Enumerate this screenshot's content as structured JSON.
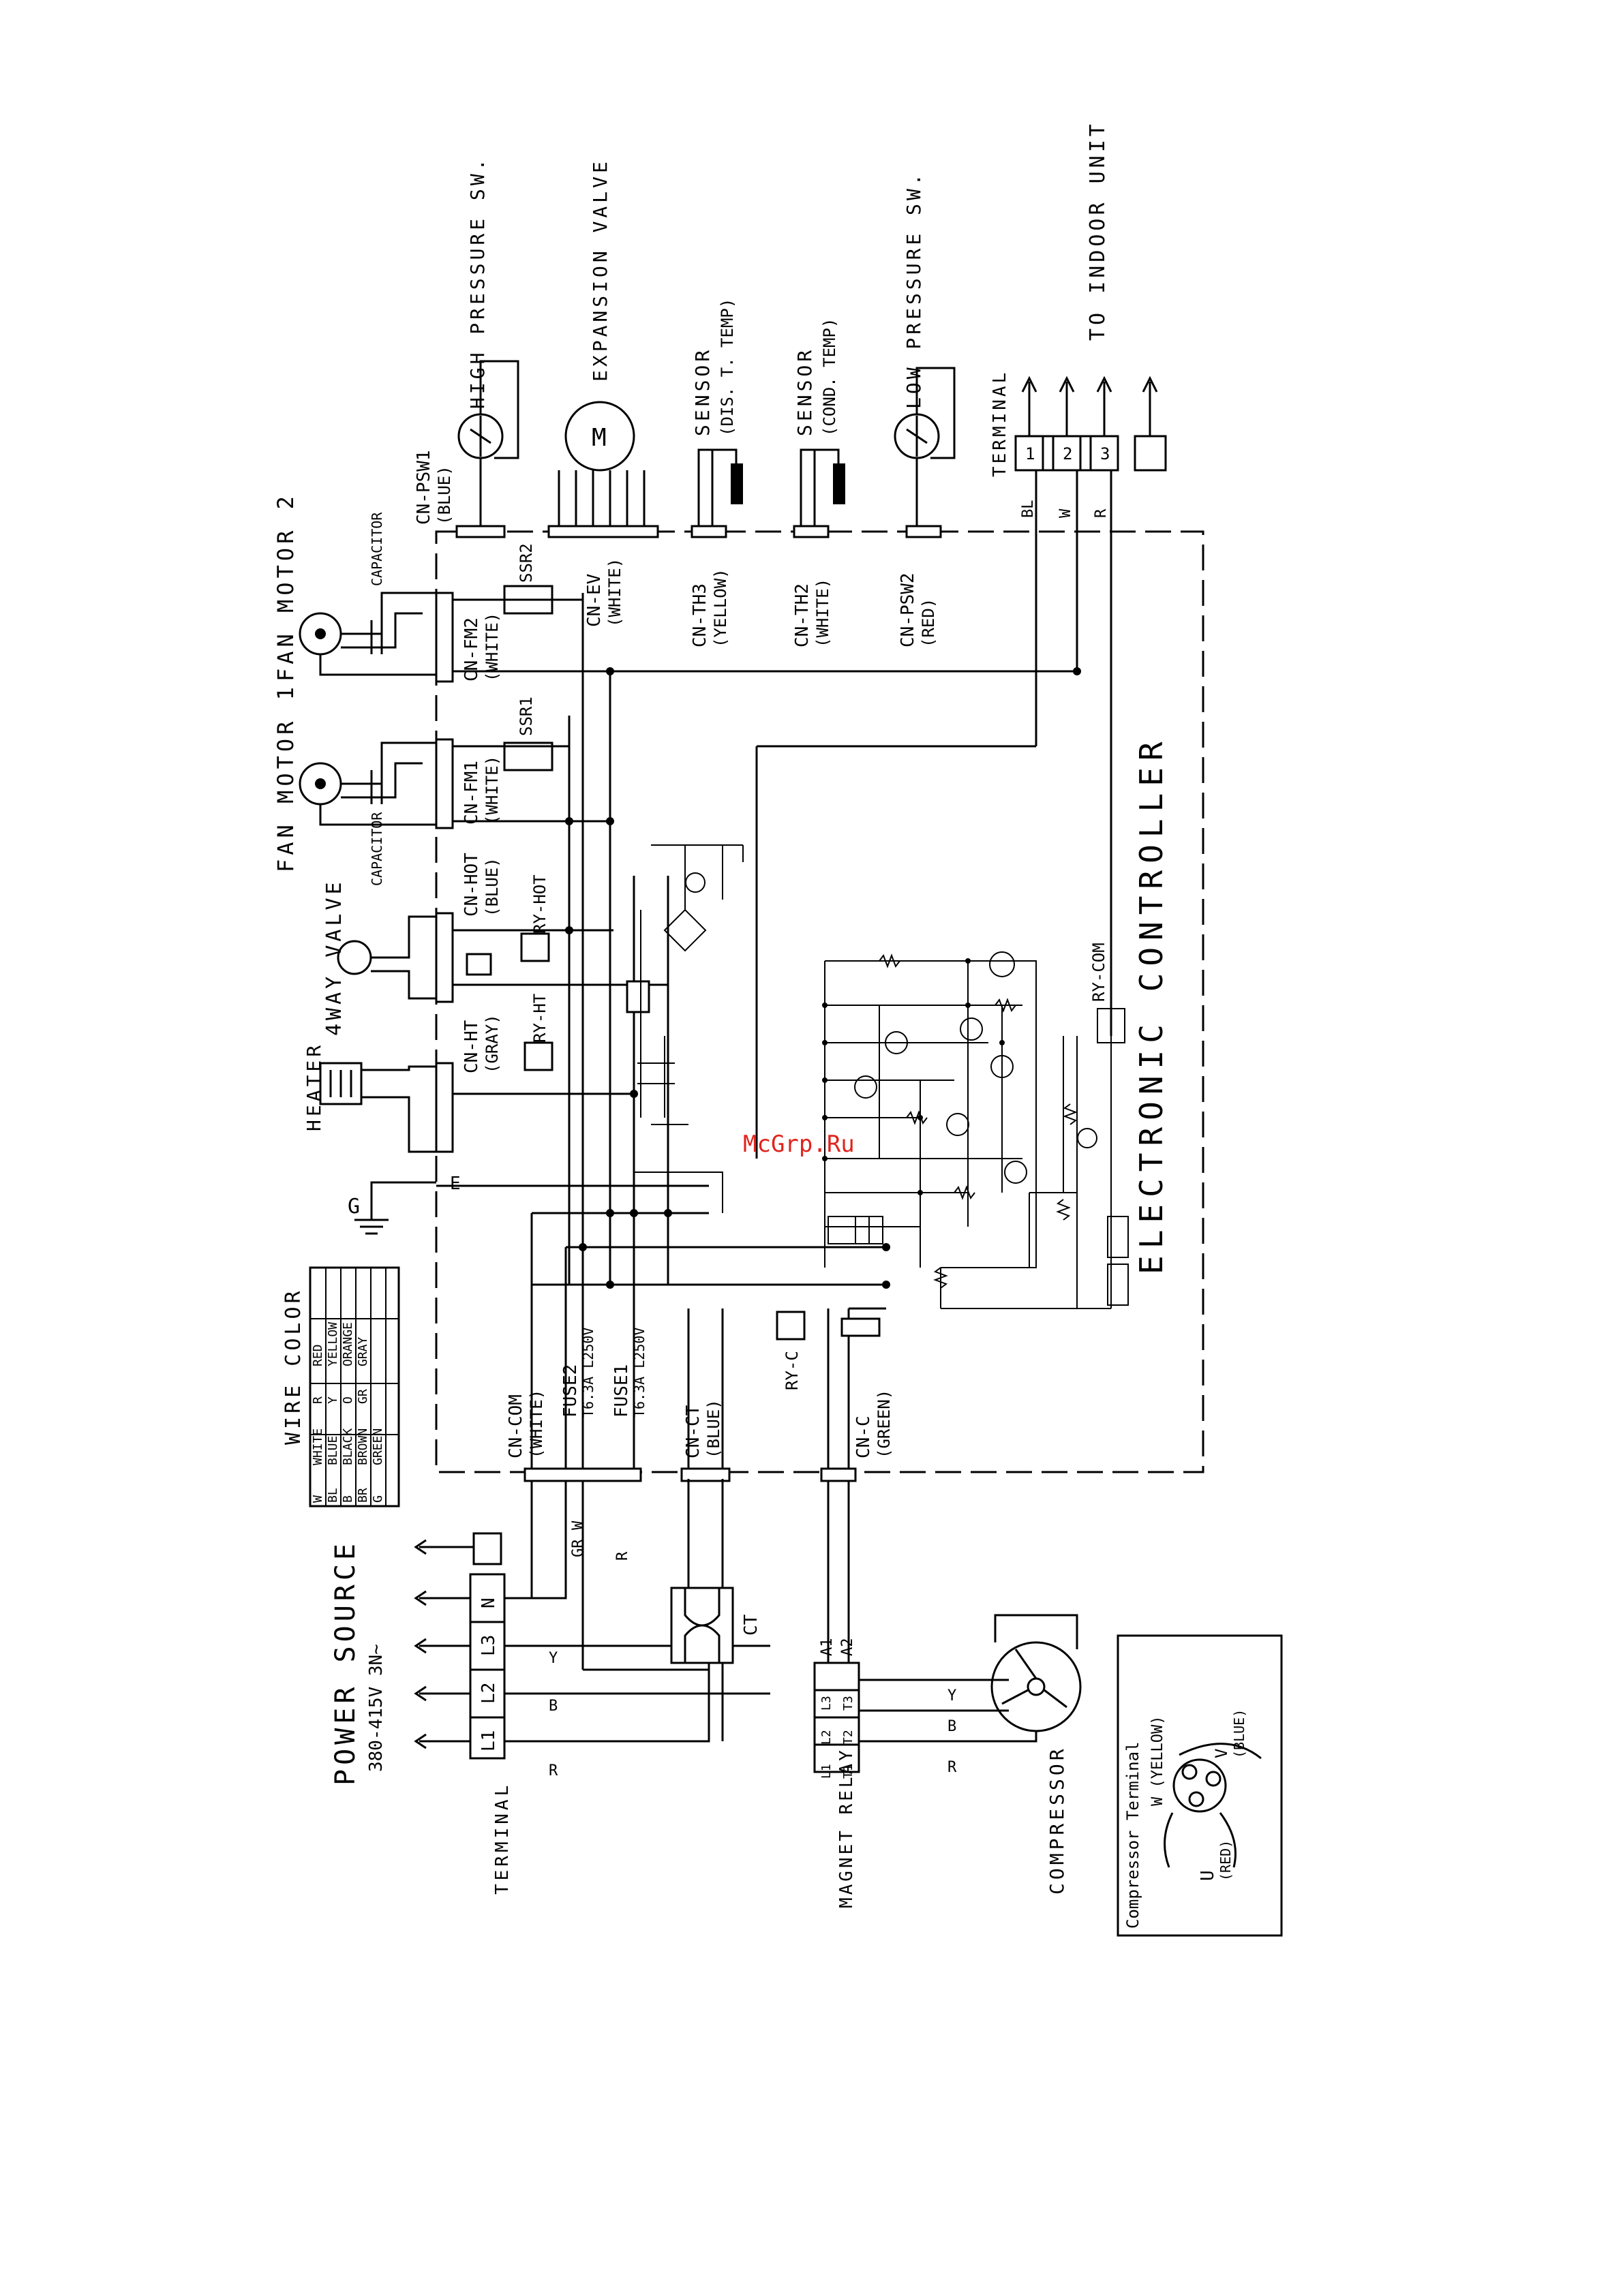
{
  "watermark": "McGrp.Ru",
  "controller_label": "ELECTRONIC CONTROLLER",
  "wire_color": {
    "title": "WIRE COLOR",
    "rows": [
      [
        "W",
        "WHITE",
        "R",
        "RED"
      ],
      [
        "BL",
        "BLUE",
        "Y",
        "YELLOW"
      ],
      [
        "B",
        "BLACK",
        "O",
        "ORANGE"
      ],
      [
        "BR",
        "BROWN",
        "GR",
        "GRAY"
      ],
      [
        "G",
        "GREEN",
        "",
        ""
      ]
    ]
  },
  "power": {
    "title": "POWER SOURCE",
    "spec": "380-415V 3N~",
    "terminal_label": "TERMINAL",
    "terminals": [
      "L1",
      "L2",
      "L3",
      "N"
    ],
    "wire_letters": [
      "R",
      "B",
      "Y",
      "GR",
      "W",
      "R"
    ]
  },
  "fan_motor_1": {
    "title": "FAN MOTOR 1",
    "capacitor": "CAPACITOR",
    "connector": "CN-FM1",
    "color": "(WHITE)",
    "relay": "SSR1"
  },
  "fan_motor_2": {
    "title": "FAN MOTOR 2",
    "capacitor": "CAPACITOR",
    "connector": "CN-FM2",
    "color": "(WHITE)",
    "relay": "SSR2"
  },
  "four_way": {
    "title": "4WAY VALVE",
    "connector": "CN-HOT",
    "color": "(BLUE)",
    "relay": "RY-HOT"
  },
  "heater": {
    "title": "HEATER",
    "connector": "CN-HT",
    "color": "(GRAY)",
    "relay": "RY-HT"
  },
  "ground": {
    "label": "G",
    "pin": "E"
  },
  "high_pressure": {
    "title": "HIGH PRESSURE SW.",
    "connector": "CN-PSW1",
    "color": "(BLUE)"
  },
  "expansion": {
    "title": "EXPANSION VALVE",
    "connector": "CN-EV",
    "color": "(WHITE)",
    "motor": "M"
  },
  "sensor_dis": {
    "title": "SENSOR",
    "detail": "(DIS. T. TEMP)",
    "connector": "CN-TH3",
    "color": "(YELLOW)"
  },
  "sensor_cond": {
    "title": "SENSOR",
    "detail": "(COND. TEMP)",
    "connector": "CN-TH2",
    "color": "(WHITE)"
  },
  "low_pressure": {
    "title": "LOW PRESSURE SW.",
    "connector": "CN-PSW2",
    "color": "(RED)"
  },
  "indoor": {
    "title": "TO INDOOR UNIT",
    "terminal_label": "TERMINAL",
    "pins": [
      "1",
      "2",
      "3"
    ],
    "wires": [
      "BL",
      "W",
      "R"
    ]
  },
  "relay_com": "RY-COM",
  "relay_c": "RY-C",
  "cn_com": {
    "label": "CN-COM",
    "color": "(WHITE)",
    "fuse2": "FUSE2",
    "fuse1": "FUSE1",
    "rating": "T6.3A L250V"
  },
  "cn_ct": {
    "label": "CN-CT",
    "color": "(BLUE)"
  },
  "cn_c": {
    "label": "CN-C",
    "color": "(GREEN)"
  },
  "ct": "CT",
  "magnet_relay": {
    "title": "MAGNET RELAY",
    "pins": [
      "A1",
      "A2"
    ],
    "terms": [
      "L1",
      "L2",
      "L3",
      "T1",
      "T2",
      "T3"
    ]
  },
  "compressor": {
    "title": "COMPRESSOR",
    "wires": [
      "R",
      "B",
      "Y"
    ]
  },
  "compressor_terminal": {
    "title": "Compressor Terminal",
    "w": "W (YELLOW)",
    "u": "U",
    "u_color": "(RED)",
    "v": "V",
    "v_color": "(BLUE)"
  }
}
